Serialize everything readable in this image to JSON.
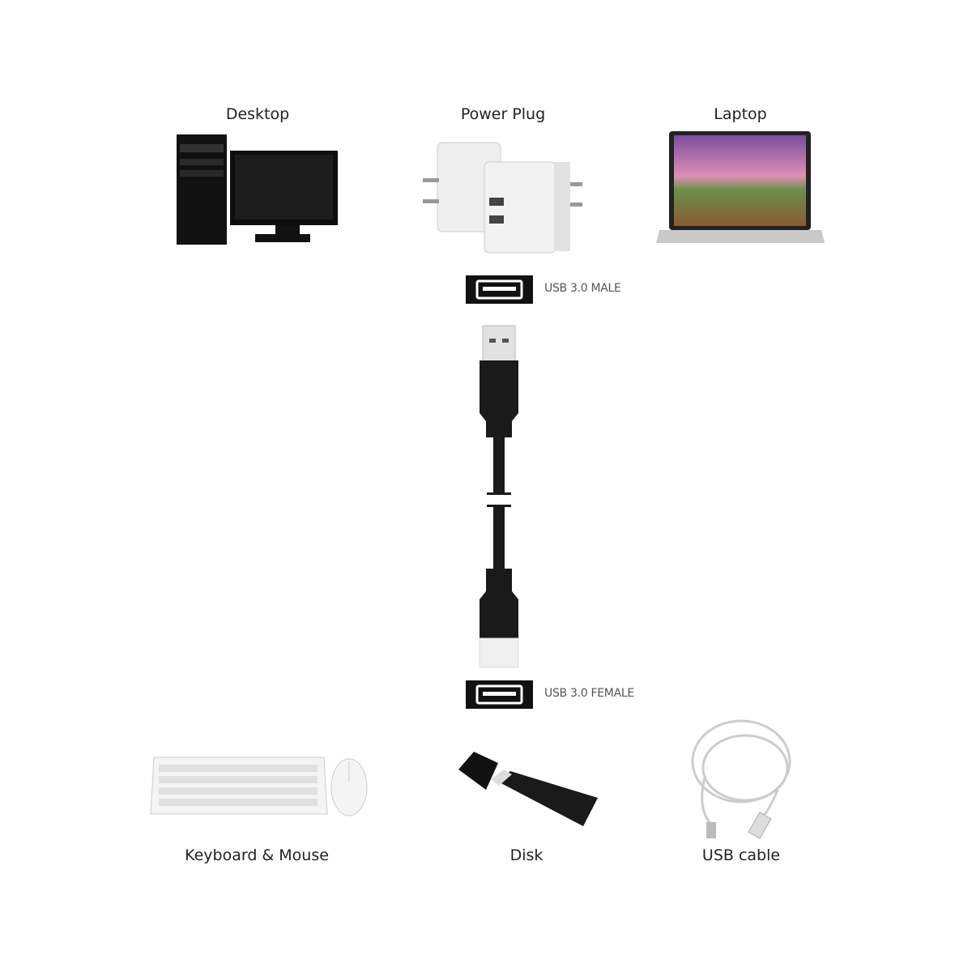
{
  "devices_top": [
    {
      "label": "Desktop",
      "icon": "desktop-computer-icon"
    },
    {
      "label": "Power Plug",
      "icon": "power-adapter-icon"
    },
    {
      "label": "Laptop",
      "icon": "laptop-icon"
    }
  ],
  "ports": {
    "male": {
      "label": "USB 3.0 MALE",
      "icon": "usb-port-icon"
    },
    "female": {
      "label": "USB 3.0 FEMALE",
      "icon": "usb-port-icon"
    }
  },
  "devices_bottom": [
    {
      "label": "Keyboard & Mouse",
      "icon": "keyboard-mouse-icon"
    },
    {
      "label": "Disk",
      "icon": "usb-flash-drive-icon"
    },
    {
      "label": "USB cable",
      "icon": "usb-cable-icon"
    }
  ],
  "colors": {
    "cable": "#1a1a1a",
    "text": "#222222",
    "port_label": "#555555"
  }
}
